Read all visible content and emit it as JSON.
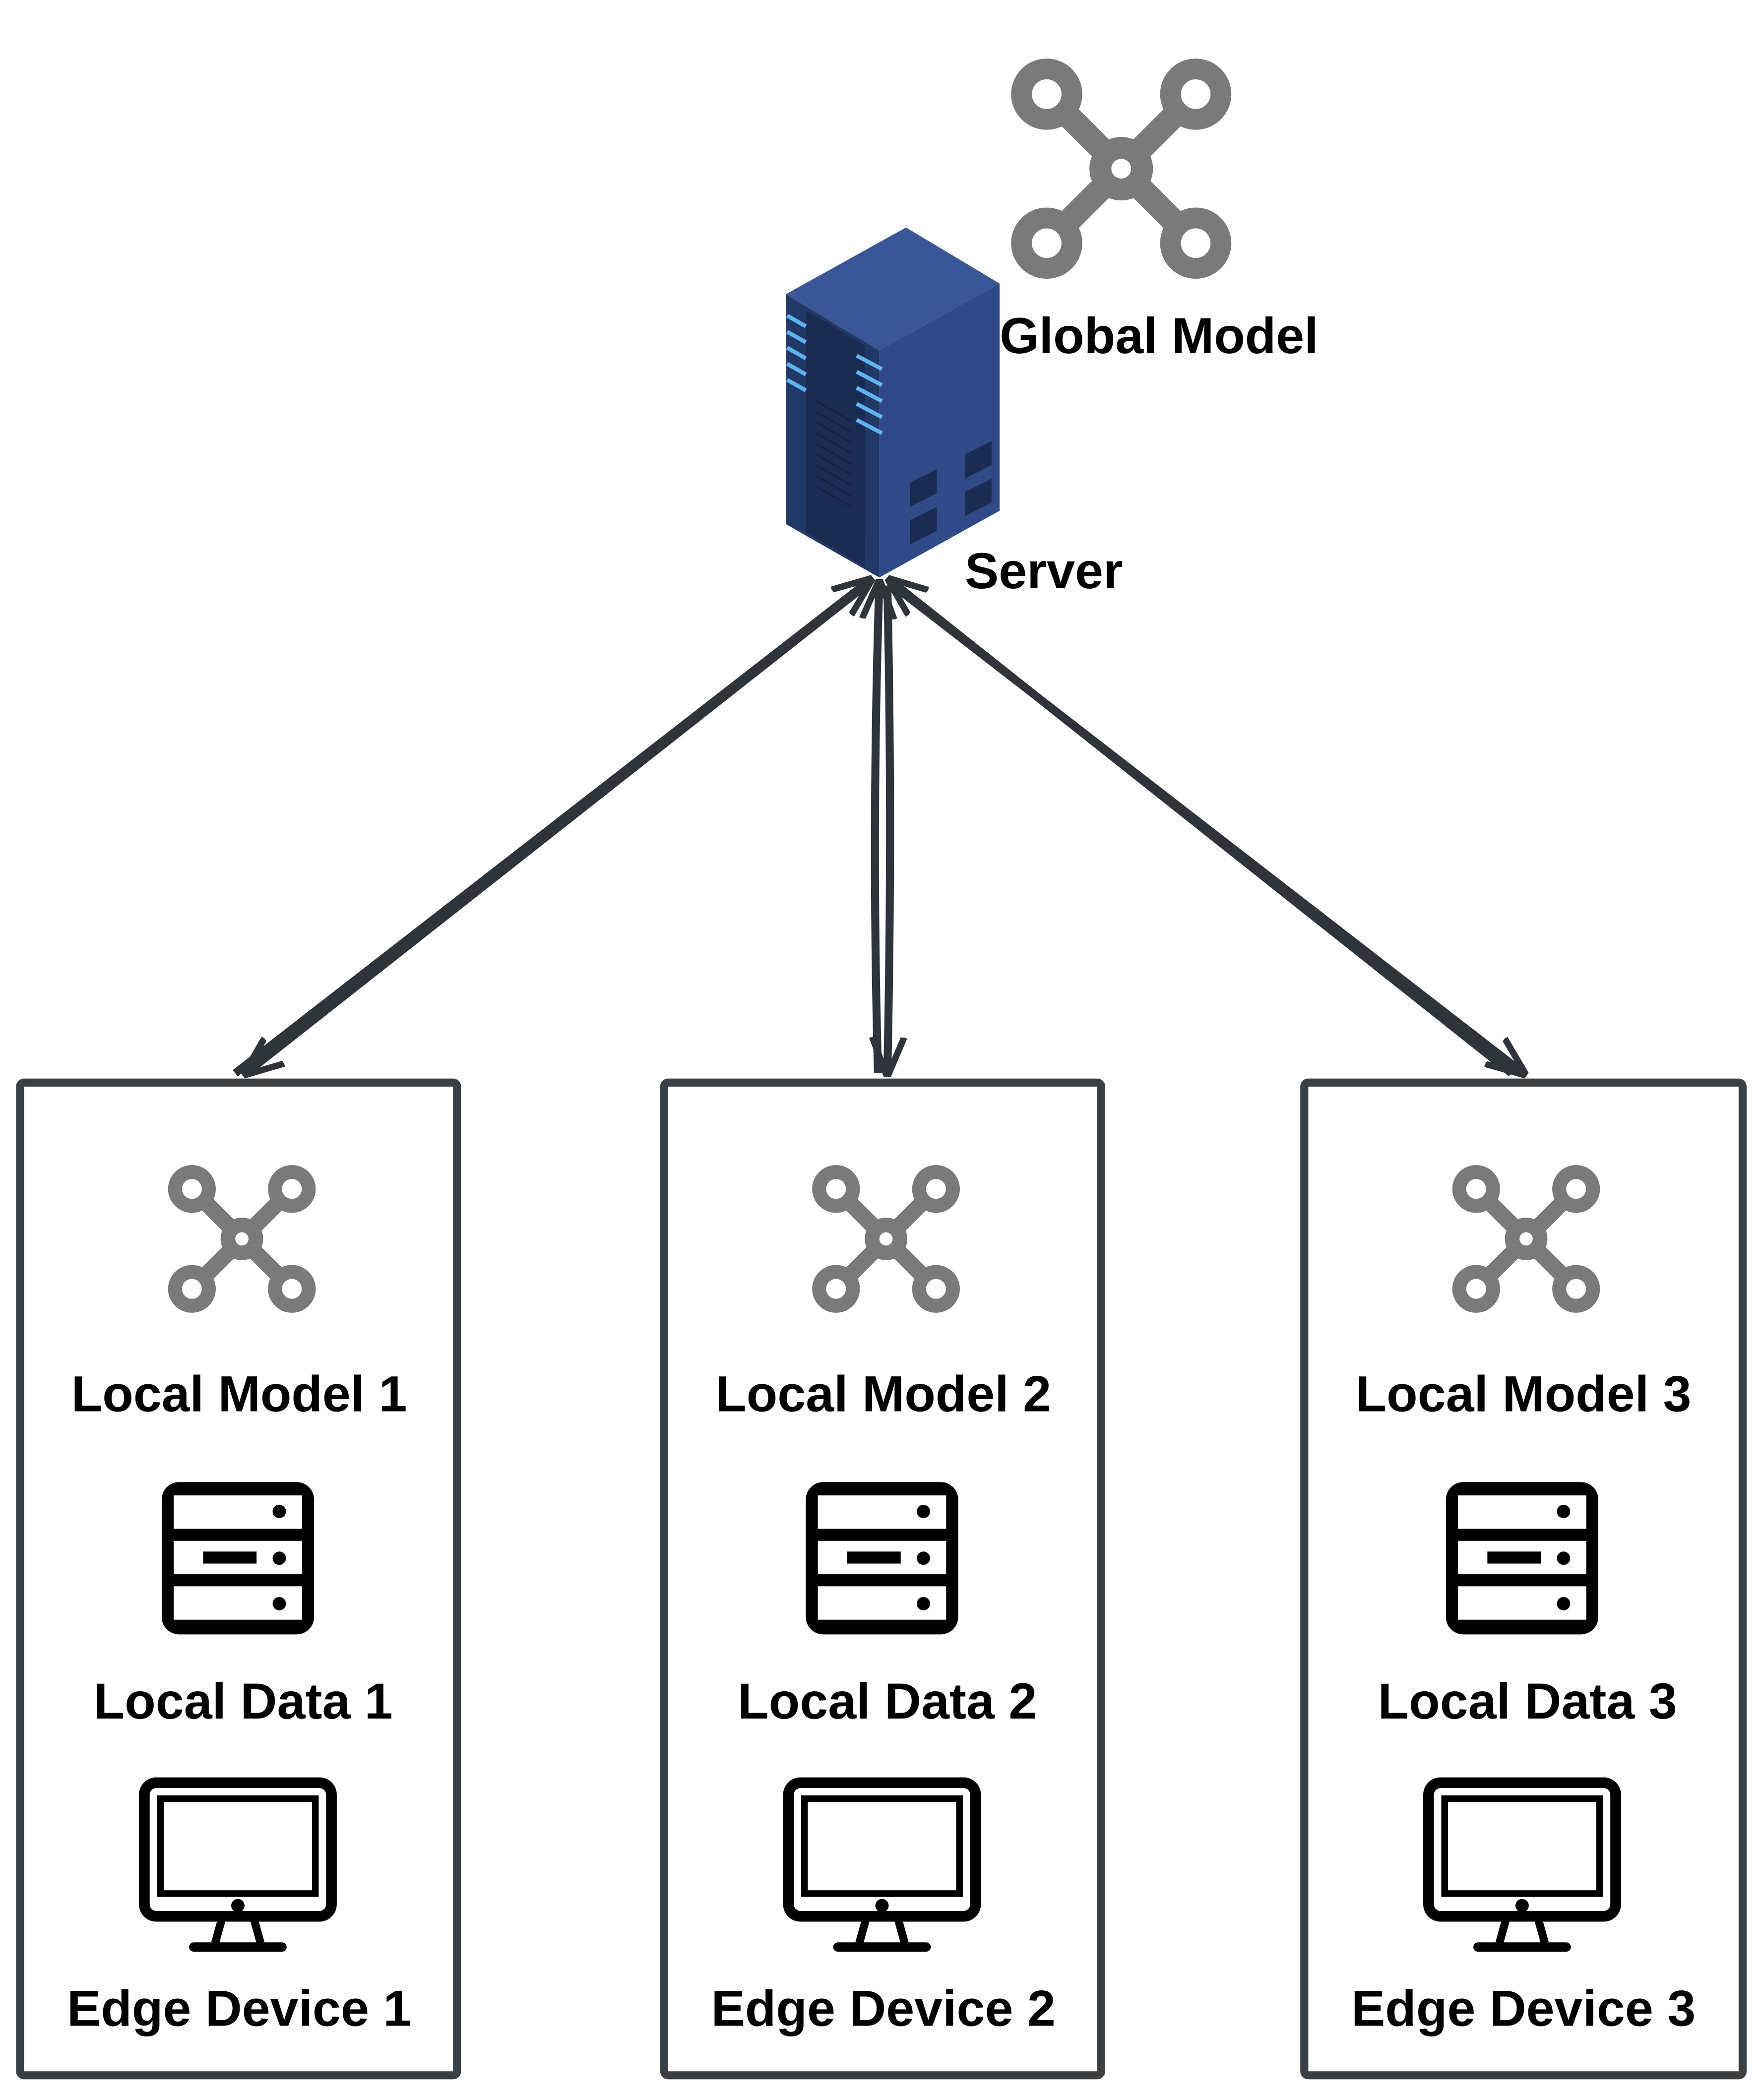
{
  "server": {
    "label": "Server",
    "icon": "server-tower-icon"
  },
  "global_model": {
    "label": "Global Model",
    "icon": "model-network-icon"
  },
  "devices": [
    {
      "model_label": "Local Model 1",
      "data_label": "Local Data 1",
      "device_label": "Edge Device 1"
    },
    {
      "model_label": "Local Model 2",
      "data_label": "Local Data 2",
      "device_label": "Edge Device 2"
    },
    {
      "model_label": "Local Model 3",
      "data_label": "Local Data 3",
      "device_label": "Edge Device 3"
    }
  ],
  "colors": {
    "model_icon": "#7a7a7a",
    "server_body": "#2c4684",
    "server_light": "#5fb4ee",
    "line": "#2f343a",
    "text": "#000000"
  }
}
